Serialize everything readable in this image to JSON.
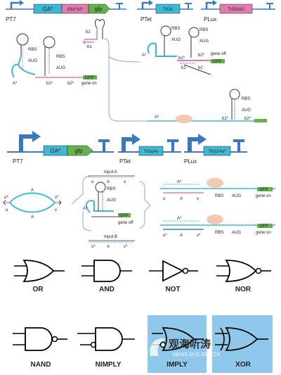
{
  "panel_top": {
    "constructs": [
      {
        "promoter": "PT7",
        "parts": [
          "GA*",
          "Gb1*b2*",
          "gfp"
        ]
      },
      {
        "promoter": "PTet",
        "parts": [
          "TrGA"
        ]
      },
      {
        "promoter": "PLux",
        "parts": [
          "TrGb1b2"
        ]
      }
    ],
    "labels": {
      "b2": "b2",
      "b1": "b1",
      "rbs": "RBS",
      "aug": "AUG",
      "a_star": "A*",
      "b1_star": "b1*",
      "b2_star": "b2*",
      "gene_on": "gene on",
      "gene_off": "gene off",
      "gfp": "GFP"
    }
  },
  "panel_middle": {
    "constructs": [
      {
        "promoter": "PT7",
        "parts": [
          "GA*",
          "gfp"
        ]
      },
      {
        "promoter": "PTet",
        "parts": [
          "TrGuAv"
        ]
      },
      {
        "promoter": "PLux",
        "parts": [
          "TrGu*Av*"
        ]
      }
    ],
    "labels": {
      "input_a": "Input A",
      "input_b": "Input B",
      "u_star": "u*",
      "v_star": "v*",
      "u": "u",
      "v": "v",
      "a": "A",
      "a_star": "A*",
      "rbs": "RBS",
      "aug": "AUG",
      "gfp": "GFP",
      "gene_on": "gene on",
      "gene_off": "gene off"
    }
  },
  "gates": [
    "OR",
    "AND",
    "NOT",
    "NOR",
    "NAND",
    "NIMPLY",
    "IMPLY",
    "XOR"
  ],
  "watermark": {
    "cn": "观海听涛",
    "url": "NEWS.OUC.EDU.CN"
  },
  "colors": {
    "promoter_blue": "#3a78c2",
    "strand_cyan": "#3fb8d6",
    "strand_pink": "#e07cae",
    "gfp_green": "#63b34a",
    "ribosome": "#f2c9b0",
    "gate_bg": "#8fc8ea",
    "part_purple": "#8a6fd1"
  }
}
